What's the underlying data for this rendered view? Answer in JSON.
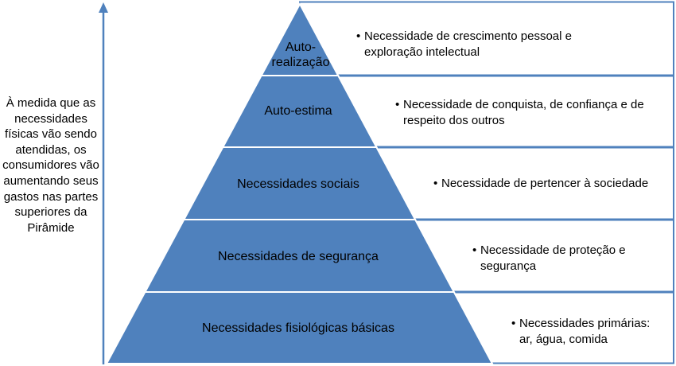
{
  "side_text": "À medida que as necessidades físicas vão sendo atendidas, os consumidores vão aumentando seus gastos nas partes superiores da Pirâmide",
  "levels": [
    {
      "label": "Auto-realização",
      "description": "Necessidade de crescimento pessoal e exploração intelectual"
    },
    {
      "label": "Auto-estima",
      "description": "Necessidade de conquista, de confiança e de respeito dos outros"
    },
    {
      "label": "Necessidades sociais",
      "description": "Necessidade de pertencer à sociedade"
    },
    {
      "label": "Necessidades de segurança",
      "description": "Necessidade de proteção e segurança"
    },
    {
      "label": "Necessidades fisiológicas básicas",
      "description": "Necessidades primárias: ar, água, comida"
    }
  ],
  "colors": {
    "pyramid_fill": "#4f81bd",
    "box_border": "#4f81bd",
    "arrow": "#4f81bd",
    "separator": "#ffffff"
  },
  "icons": {
    "bullet": "•",
    "arrow": "arrow-up-icon"
  }
}
